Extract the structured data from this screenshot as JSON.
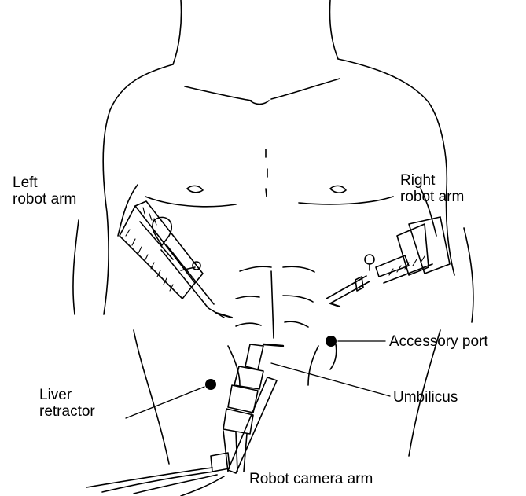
{
  "labels": {
    "left_robot_arm": [
      "Left",
      "robot arm"
    ],
    "right_robot_arm": [
      "Right",
      "robot arm"
    ],
    "accessory_port": "Accessory port",
    "liver_retractor": [
      "Liver",
      "retractor"
    ],
    "umbilicus": "Umbilicus",
    "robot_camera_arm": "Robot camera arm"
  },
  "colors": {
    "ink": "#000000",
    "background": "#ffffff"
  }
}
